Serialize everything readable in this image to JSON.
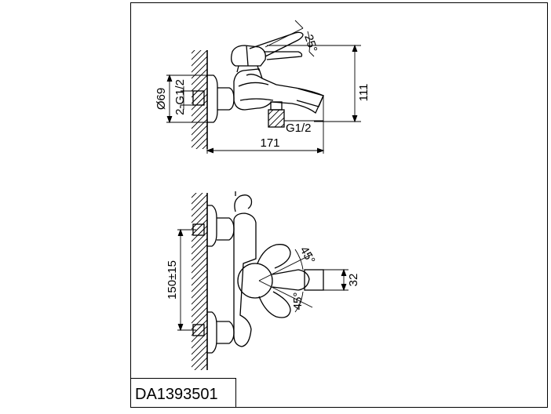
{
  "drawing": {
    "model_code": "DA1393501",
    "side_view": {
      "angle": "25°",
      "height": "111",
      "length": "171",
      "diameter": "Ø69",
      "inlet_thread": "2-G1/2",
      "outlet_thread": "G1/2"
    },
    "front_view": {
      "center_distance": "150±15",
      "angle_top": "45°",
      "angle_bottom": "45°",
      "spout_width": "32"
    }
  }
}
